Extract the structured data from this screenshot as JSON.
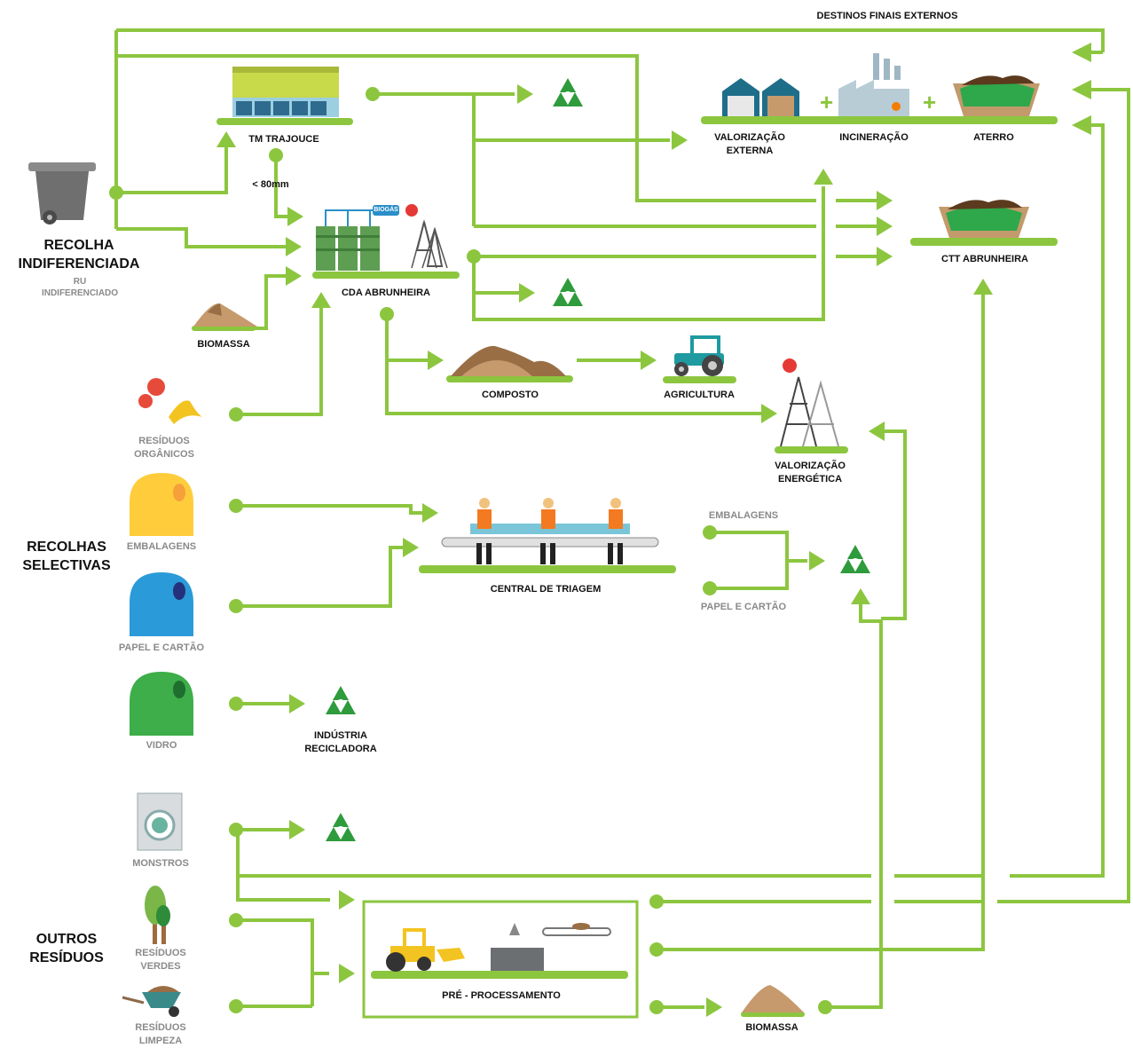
{
  "colors": {
    "flow": "#8cc63f",
    "text": "#111111",
    "sublabel": "#8a8a8a",
    "recycle": "#2e9b3c"
  },
  "labels": {
    "destinos_finais": "DESTINOS FINAIS EXTERNOS",
    "tm_trajouce": "TM TRAJOUCE",
    "menor_80mm": "< 80mm",
    "biogas": "BIOGÁS",
    "cda_abrunheira": "CDA ABRUNHEIRA",
    "biomassa_top": "BIOMASSA",
    "valorizacao_externa": "VALORIZAÇÃO\nEXTERNA",
    "incineracao": "INCINERAÇÃO",
    "aterro": "ATERRO",
    "ctt_abrunheira": "CTT ABRUNHEIRA",
    "composto": "COMPOSTO",
    "agricultura": "AGRICULTURA",
    "valorizacao_energetica": "VALORIZAÇÃO\nENERGÉTICA",
    "central_triagem": "CENTRAL DE TRIAGEM",
    "embalagens_out": "EMBALAGENS",
    "papel_cartao_out": "PAPEL E CARTÃO",
    "industria_recicladora": "INDÚSTRIA\nRECICLADORA",
    "pre_processamento": "PRÉ - PROCESSAMENTO",
    "biomassa_bottom": "BIOMASSA"
  },
  "sources": {
    "recolha_indiferenciada": "RECOLHA\nINDIFERENCIADA",
    "ru_indiferenciado": "RU\nINDIFERENCIADO",
    "residuos_organicos": "RESÍDUOS\nORGÂNICOS",
    "recolhas_selectivas": "RECOLHAS\nSELECTIVAS",
    "embalagens": "EMBALAGENS",
    "papel_cartao": "PAPEL E CARTÃO",
    "vidro": "VIDRO",
    "outros_residuos": "OUTROS\nRESÍDUOS",
    "monstros": "MONSTROS",
    "residuos_verdes": "RESÍDUOS\nVERDES",
    "residuos_limpeza": "RESÍDUOS\nLIMPEZA"
  },
  "plus_sign": "+"
}
